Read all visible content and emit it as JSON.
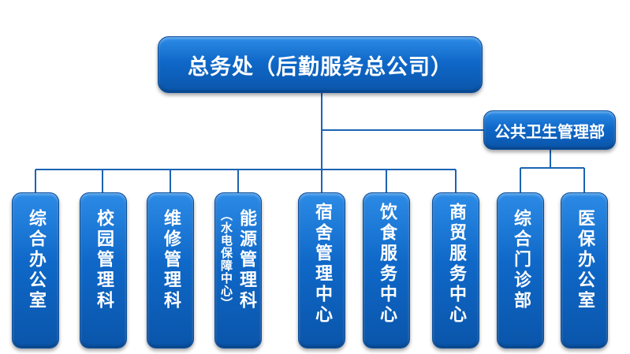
{
  "org": {
    "root": "总务处（后勤服务总公司）",
    "side_unit": "公共卫生管理部",
    "departments": [
      {
        "label": "综合办公室"
      },
      {
        "label": "校园管理科"
      },
      {
        "label": "维修管理科"
      },
      {
        "label": "能源管理科",
        "sub": "（水电保障中心）"
      },
      {
        "label": "宿舍管理中心"
      },
      {
        "label": "饮食服务中心"
      },
      {
        "label": "商贸服务中心"
      }
    ],
    "side_departments": [
      {
        "label": "综合门诊部"
      },
      {
        "label": "医保办公室"
      }
    ]
  },
  "colors": {
    "box_fill": "#0f68c8",
    "connector": "#1a64b2"
  }
}
